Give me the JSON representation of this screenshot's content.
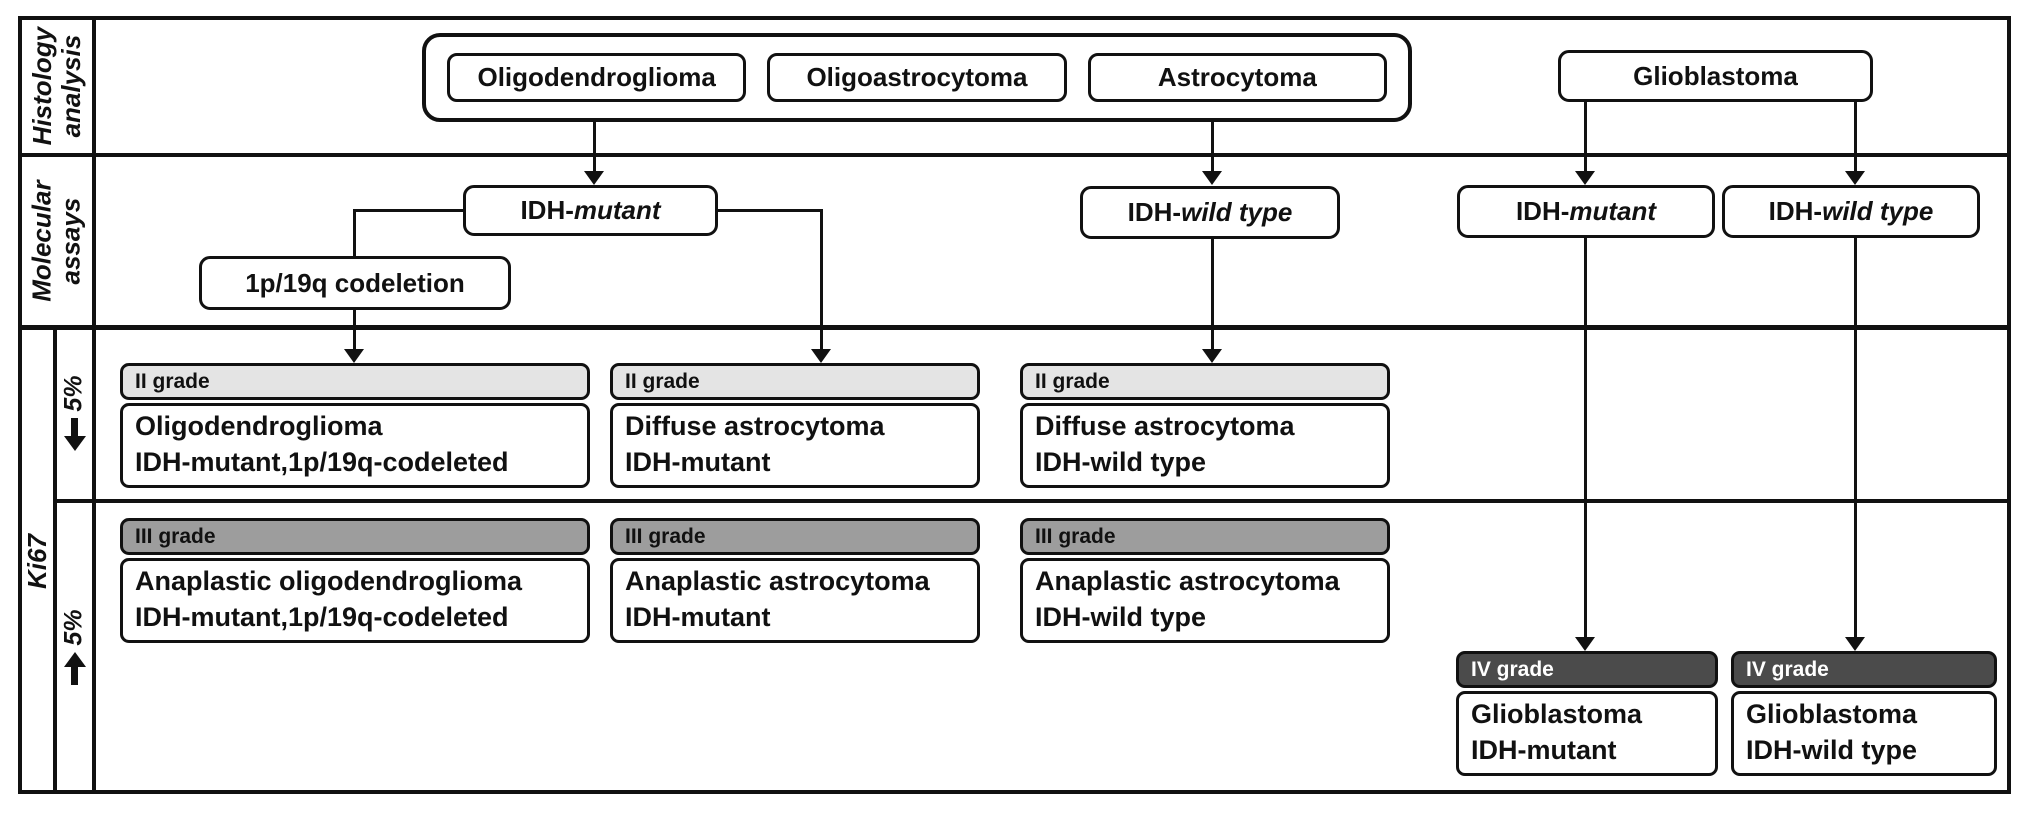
{
  "colors": {
    "line": "#111111",
    "grade2_header": {
      "bg": "#e4e4e4",
      "fg": "#111111"
    },
    "grade3_header": {
      "bg": "#9d9d9d",
      "fg": "#111111"
    },
    "grade4_header": {
      "bg": "#4b4b4b",
      "fg": "#ffffff"
    }
  },
  "sidebar": {
    "histology_line1": "Histology",
    "histology_line2": "analysis",
    "molecular_line1": "Molecular",
    "molecular_line2": "assays",
    "ki67": "Ki67",
    "low_label": "5%",
    "high_label": "5%"
  },
  "histology_row": {
    "group_boxes": [
      {
        "label": "Oligodendroglioma"
      },
      {
        "label": "Oligoastrocytoma"
      },
      {
        "label": "Astrocytoma"
      }
    ],
    "glioblastoma": "Glioblastoma"
  },
  "molecular_row": {
    "idh_mutant_left": {
      "pre": "IDH-",
      "it": "mutant"
    },
    "idh_wild_center": {
      "pre": "IDH-",
      "it": "wild type"
    },
    "idh_mutant_right": {
      "pre": "IDH-",
      "it": "mutant"
    },
    "idh_wild_right": {
      "pre": "IDH-",
      "it": "wild type"
    },
    "codeletion": "1p/19q codeletion"
  },
  "grade_boxes": {
    "g2": [
      {
        "header": "II grade",
        "line1": "Oligodendroglioma",
        "line2": "IDH-mutant,1p/19q-codeleted"
      },
      {
        "header": "II grade",
        "line1": "Diffuse astrocytoma",
        "line2": "IDH-mutant"
      },
      {
        "header": "II grade",
        "line1": "Diffuse astrocytoma",
        "line2": "IDH-wild type"
      }
    ],
    "g3": [
      {
        "header": "III grade",
        "line1": "Anaplastic oligodendroglioma",
        "line2": "IDH-mutant,1p/19q-codeleted"
      },
      {
        "header": "III grade",
        "line1": "Anaplastic astrocytoma",
        "line2": "IDH-mutant"
      },
      {
        "header": "III grade",
        "line1": "Anaplastic astrocytoma",
        "line2": "IDH-wild type"
      }
    ],
    "g4": [
      {
        "header": "IV grade",
        "line1": "Glioblastoma",
        "line2": "IDH-mutant"
      },
      {
        "header": "IV grade",
        "line1": "Glioblastoma",
        "line2": "IDH-wild type"
      }
    ]
  }
}
